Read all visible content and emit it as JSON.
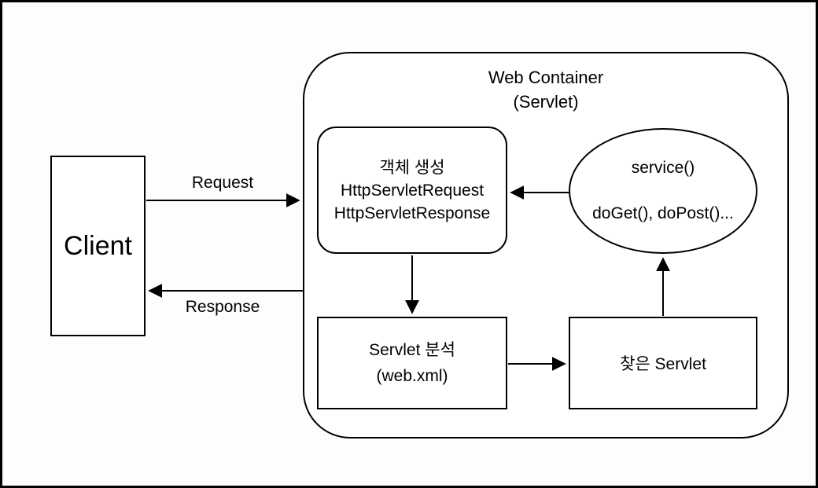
{
  "colors": {
    "stroke": "#000000",
    "background": "#ffffff"
  },
  "diagram": {
    "client_box": {
      "label": "Client"
    },
    "web_container": {
      "title_line1": "Web Container",
      "title_line2": "(Servlet)"
    },
    "request_arrow": {
      "label": "Request"
    },
    "response_arrow": {
      "label": "Response"
    },
    "object_creation_box": {
      "lines": [
        "객체 생성",
        "HttpServletRequest",
        "HttpServletResponse"
      ]
    },
    "service_ellipse": {
      "lines": [
        "service()",
        "doGet(), doPost()..."
      ]
    },
    "servlet_analysis_box": {
      "lines": [
        "Servlet 분석",
        "(web.xml)"
      ]
    },
    "found_servlet_box": {
      "label": "찾은 Servlet"
    }
  }
}
